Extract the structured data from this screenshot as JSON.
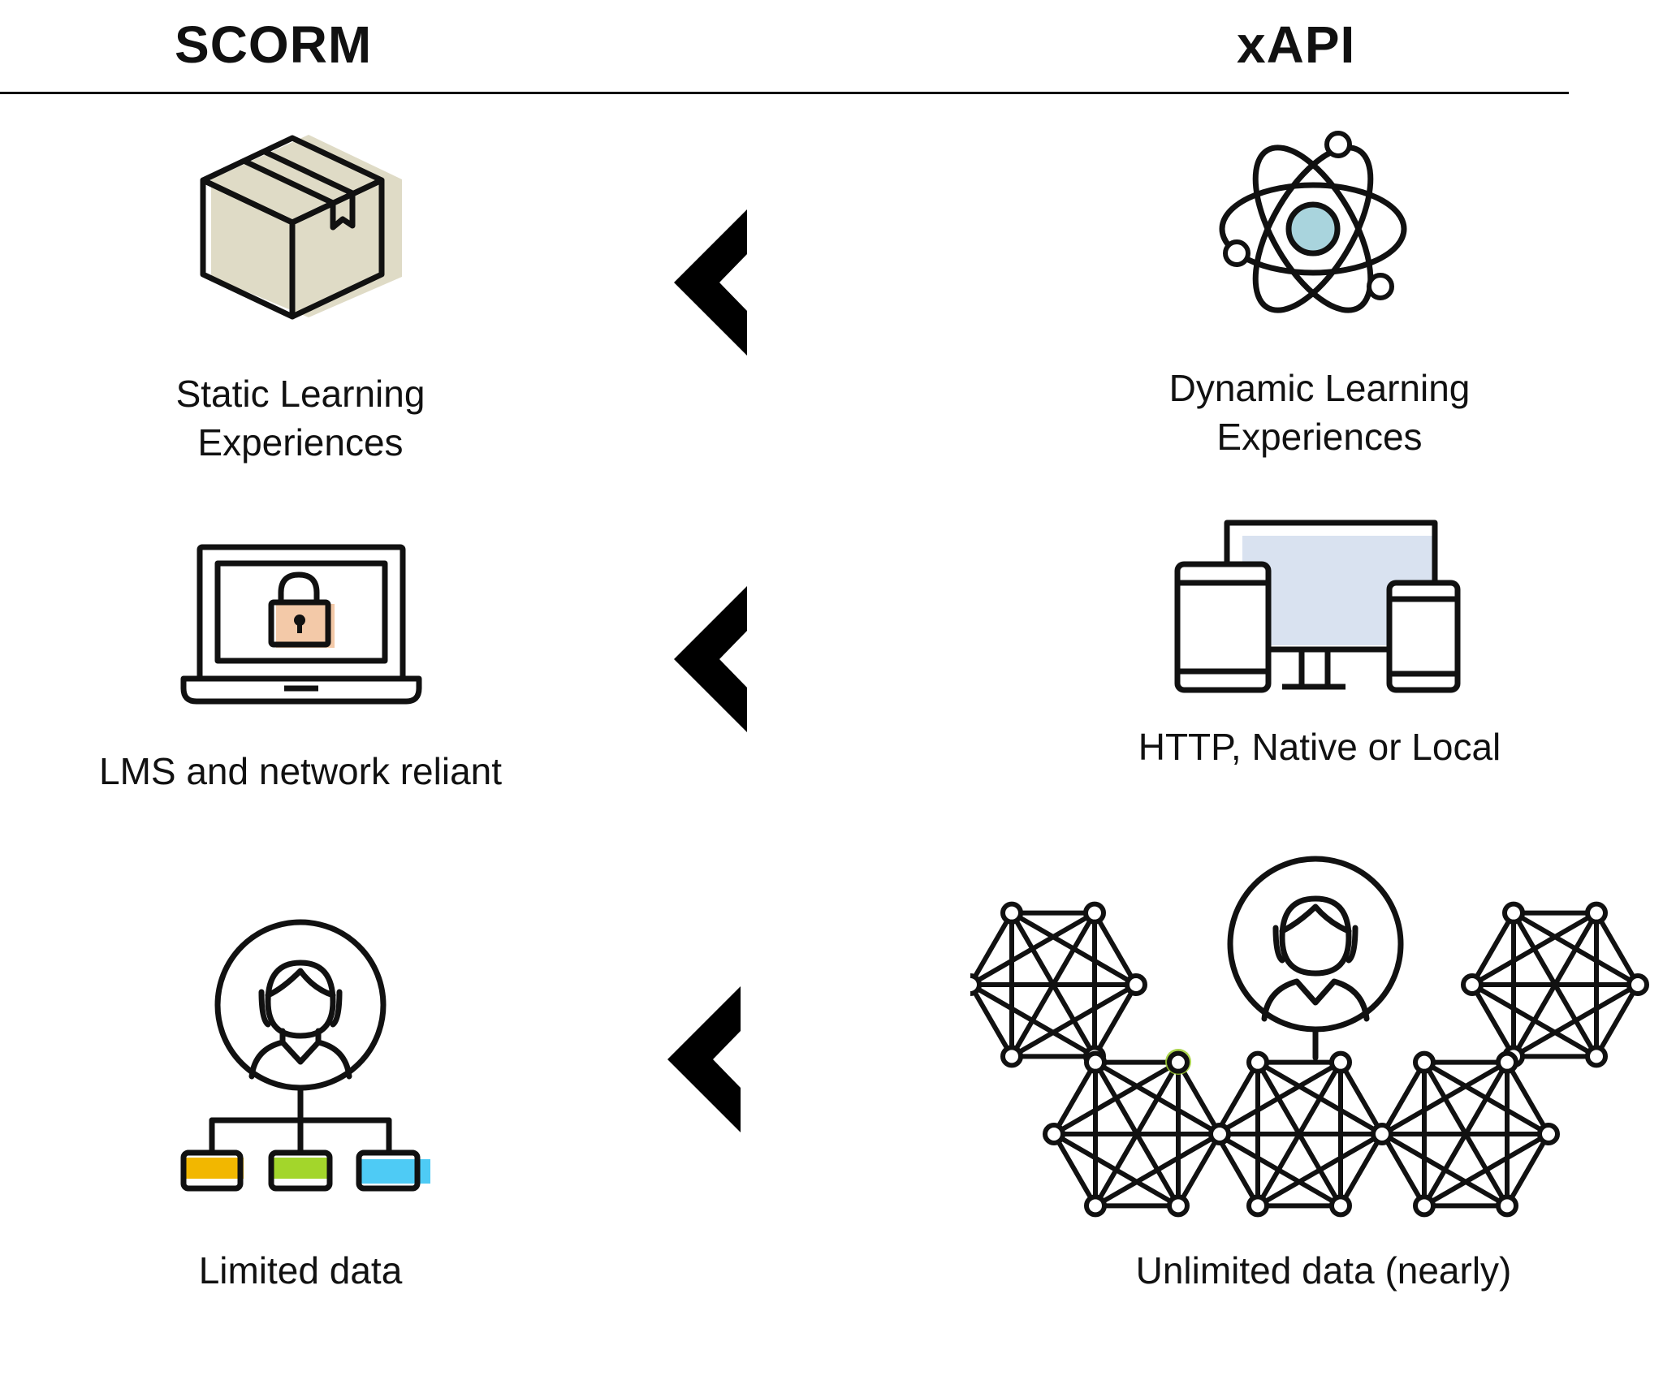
{
  "headers": {
    "left": "SCORM",
    "right": "xAPI"
  },
  "rows": [
    {
      "left": {
        "icon": "box-icon",
        "label_line1": "Static Learning",
        "label_line2": "Experiences"
      },
      "right": {
        "icon": "atom-icon",
        "label_line1": "Dynamic Learning",
        "label_line2": "Experiences"
      },
      "arrow": "chevron-left-icon"
    },
    {
      "left": {
        "icon": "locked-laptop-icon",
        "label": "LMS and network reliant"
      },
      "right": {
        "icon": "multi-device-icon",
        "label": "HTTP, Native or Local"
      },
      "arrow": "chevron-left-icon"
    },
    {
      "left": {
        "icon": "user-hierarchy-icon",
        "label": "Limited data"
      },
      "right": {
        "icon": "user-network-icon",
        "label": "Unlimited data (nearly)"
      },
      "arrow": "chevron-left-icon"
    }
  ],
  "colors": {
    "box_fill": "#dcd7c0",
    "atom_core": "#a9d4dd",
    "screen_fill": "#d9e2f0",
    "lock_fill": "#f3c9a8",
    "data_yellow": "#f2b700",
    "data_green": "#a3d62b",
    "data_blue": "#4ecbf5",
    "node_highlight": "#9ccc2e"
  }
}
